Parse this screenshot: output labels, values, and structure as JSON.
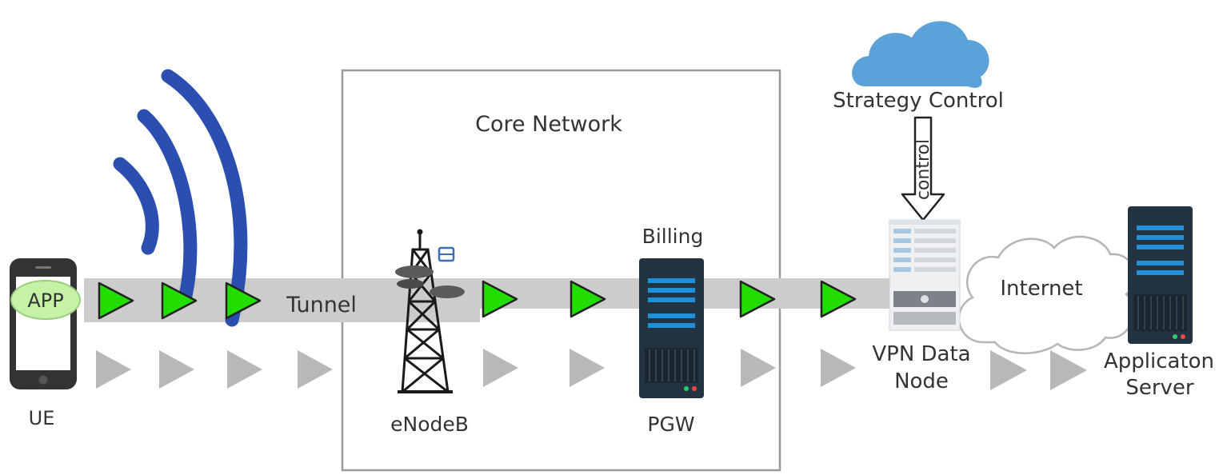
{
  "labels": {
    "ue": "UE",
    "app": "APP",
    "tunnel": "Tunnel",
    "core_network": "Core Network",
    "enodeb": "eNodeB",
    "billing": "Billing",
    "pgw": "PGW",
    "strategy_control": "Strategy Control",
    "control": "control",
    "internet": "Internet",
    "vpn_line1": "VPN Data",
    "vpn_line2": "Node",
    "app_server_line1": "Applicaton",
    "app_server_line2": "Server"
  },
  "colors": {
    "tunnel_band": "#cccccc",
    "green_arrow": "#22dd00",
    "gray_arrow": "#b8b8b8",
    "signal_wave": "#2b4fb0",
    "cloud_blue": "#5ba2d8",
    "app_oval": "#c6f2a6",
    "server_dark": "#243341",
    "server_stripe": "#1f8fd8"
  }
}
